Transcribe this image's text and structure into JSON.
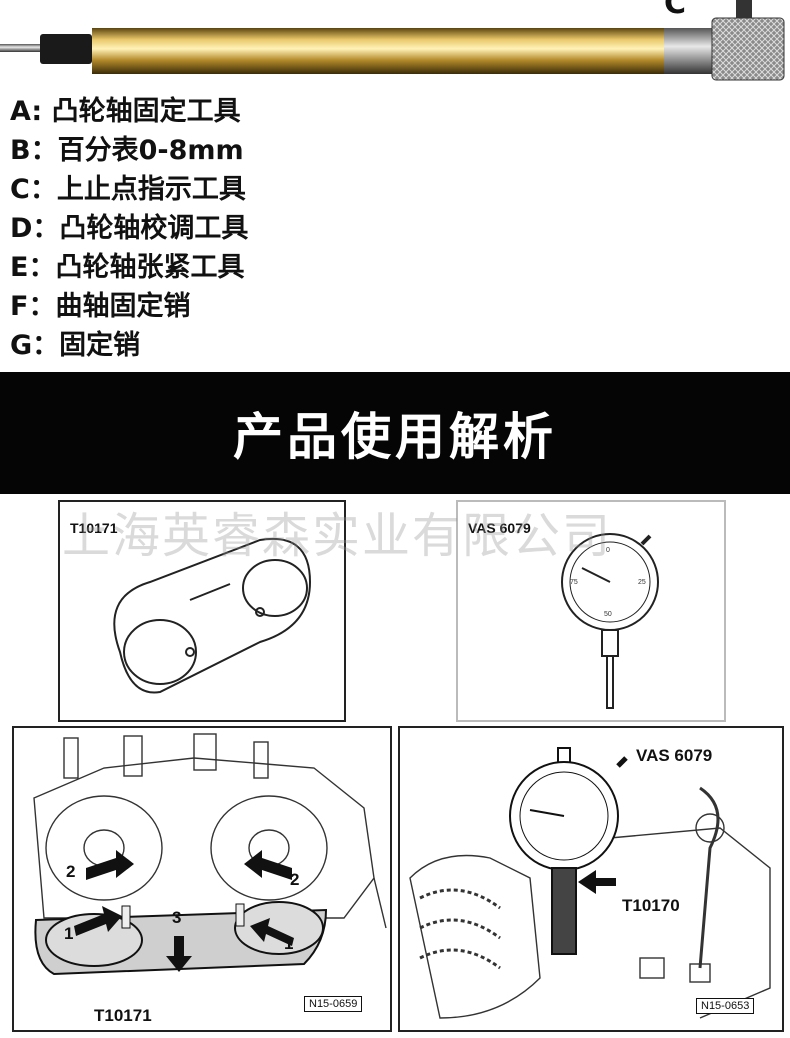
{
  "tool": {
    "letter": "C"
  },
  "parts": [
    "A: 凸轮轴固定工具",
    "B：百分表0-8mm",
    "C：上止点指示工具",
    "D：凸轮轴校调工具",
    "E：凸轮轴张紧工具",
    "F：曲轴固定销",
    "G：固定销"
  ],
  "banner": {
    "title": "产品使用解析"
  },
  "watermark": "上海英睿森实业有限公司",
  "diagrams": {
    "plate": {
      "label": "T10171"
    },
    "gauge": {
      "label": "VAS 6079"
    },
    "engine_left": {
      "tool_label": "T10171",
      "ref": "N15-0659",
      "n1": "1",
      "n2": "2",
      "n3": "3",
      "n1b": "1",
      "n2b": "2"
    },
    "engine_right": {
      "gauge_label": "VAS 6079",
      "tool_label": "T10170",
      "ref": "N15-0653"
    }
  }
}
